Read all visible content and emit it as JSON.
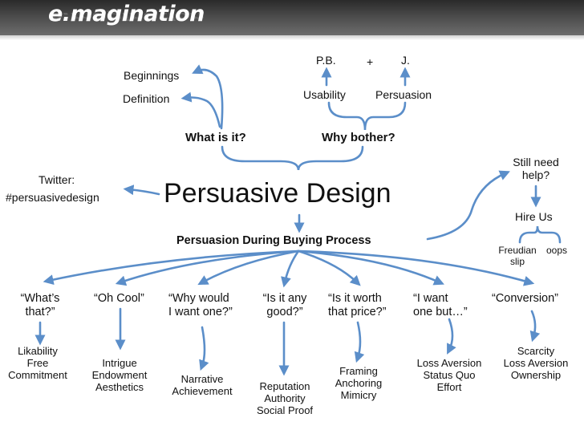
{
  "header": {
    "logo": "e.magination"
  },
  "center": {
    "title": "Persuasive Design",
    "subtitle": "Persuasion During Buying Process"
  },
  "what": {
    "label": "What is it?",
    "items": [
      "Beginnings",
      "Definition"
    ]
  },
  "why": {
    "label": "Why bother?",
    "usability": "Usability",
    "persuasion": "Persuasion",
    "pb": "P.B.",
    "plus": "+",
    "j": "J."
  },
  "twitter": {
    "label": "Twitter:",
    "handle": "#persuasivedesign"
  },
  "help": {
    "question": "Still need\nhelp?",
    "hire": "Hire Us",
    "freudian": "Freudian\nslip",
    "oops": "oops"
  },
  "stages": [
    {
      "question": "“What’s\nthat?”",
      "detail": "Likability\nFree\nCommitment"
    },
    {
      "question": "“Oh Cool”",
      "detail": "Intrigue\nEndowment\nAesthetics"
    },
    {
      "question": "“Why would\nI want one?”",
      "detail": "Narrative\nAchievement"
    },
    {
      "question": "“Is it any\ngood?”",
      "detail": "Reputation\nAuthority\nSocial Proof"
    },
    {
      "question": "“Is it worth\nthat price?”",
      "detail": "Framing\nAnchoring\nMimicry"
    },
    {
      "question": "“I want\none but…”",
      "detail": "Loss Aversion\nStatus Quo\nEffort"
    },
    {
      "question": "“Conversion”",
      "detail": "Scarcity\nLoss Aversion\nOwnership"
    }
  ],
  "colors": {
    "arrow": "#5b8ec9",
    "arrow_light": "#8fb3dd",
    "header_dark": "#2a2a2a",
    "text": "#111111"
  }
}
